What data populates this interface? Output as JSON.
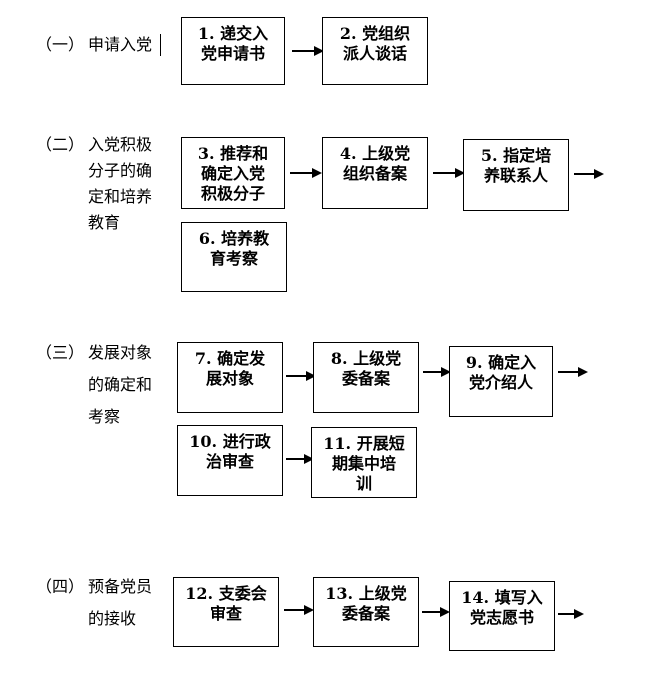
{
  "stages": [
    {
      "num": "（一）",
      "lines": [
        "申请入党"
      ]
    },
    {
      "num": "（二）",
      "lines": [
        "入党积极",
        "分子的确",
        "定和培养",
        "教育"
      ]
    },
    {
      "num": "（三）",
      "lines": [
        "发展对象",
        "的确定和",
        "考察"
      ]
    },
    {
      "num": "（四）",
      "lines": [
        "预备党员",
        "的接收"
      ]
    }
  ],
  "steps": {
    "s1": [
      "1. 递交入",
      "党申请书"
    ],
    "s2": [
      "2. 党组织",
      "派人谈话"
    ],
    "s3": [
      "3. 推荐和",
      "确定入党",
      "积极分子"
    ],
    "s4": [
      "4. 上级党",
      "组织备案"
    ],
    "s5": [
      "5. 指定培",
      "养联系人"
    ],
    "s6": [
      "6. 培养教",
      "育考察"
    ],
    "s7": [
      "7. 确定发",
      "展对象"
    ],
    "s8": [
      "8. 上级党",
      "委备案"
    ],
    "s9": [
      "9. 确定入",
      "党介绍人"
    ],
    "s10": [
      "10. 进行政",
      "治审查"
    ],
    "s11": [
      "11. 开展短",
      "期集中培",
      "训"
    ],
    "s12": [
      "12. 支委会",
      "审查"
    ],
    "s13": [
      "13. 上级党",
      "委备案"
    ],
    "s14": [
      "14. 填写入",
      "党志愿书"
    ]
  }
}
